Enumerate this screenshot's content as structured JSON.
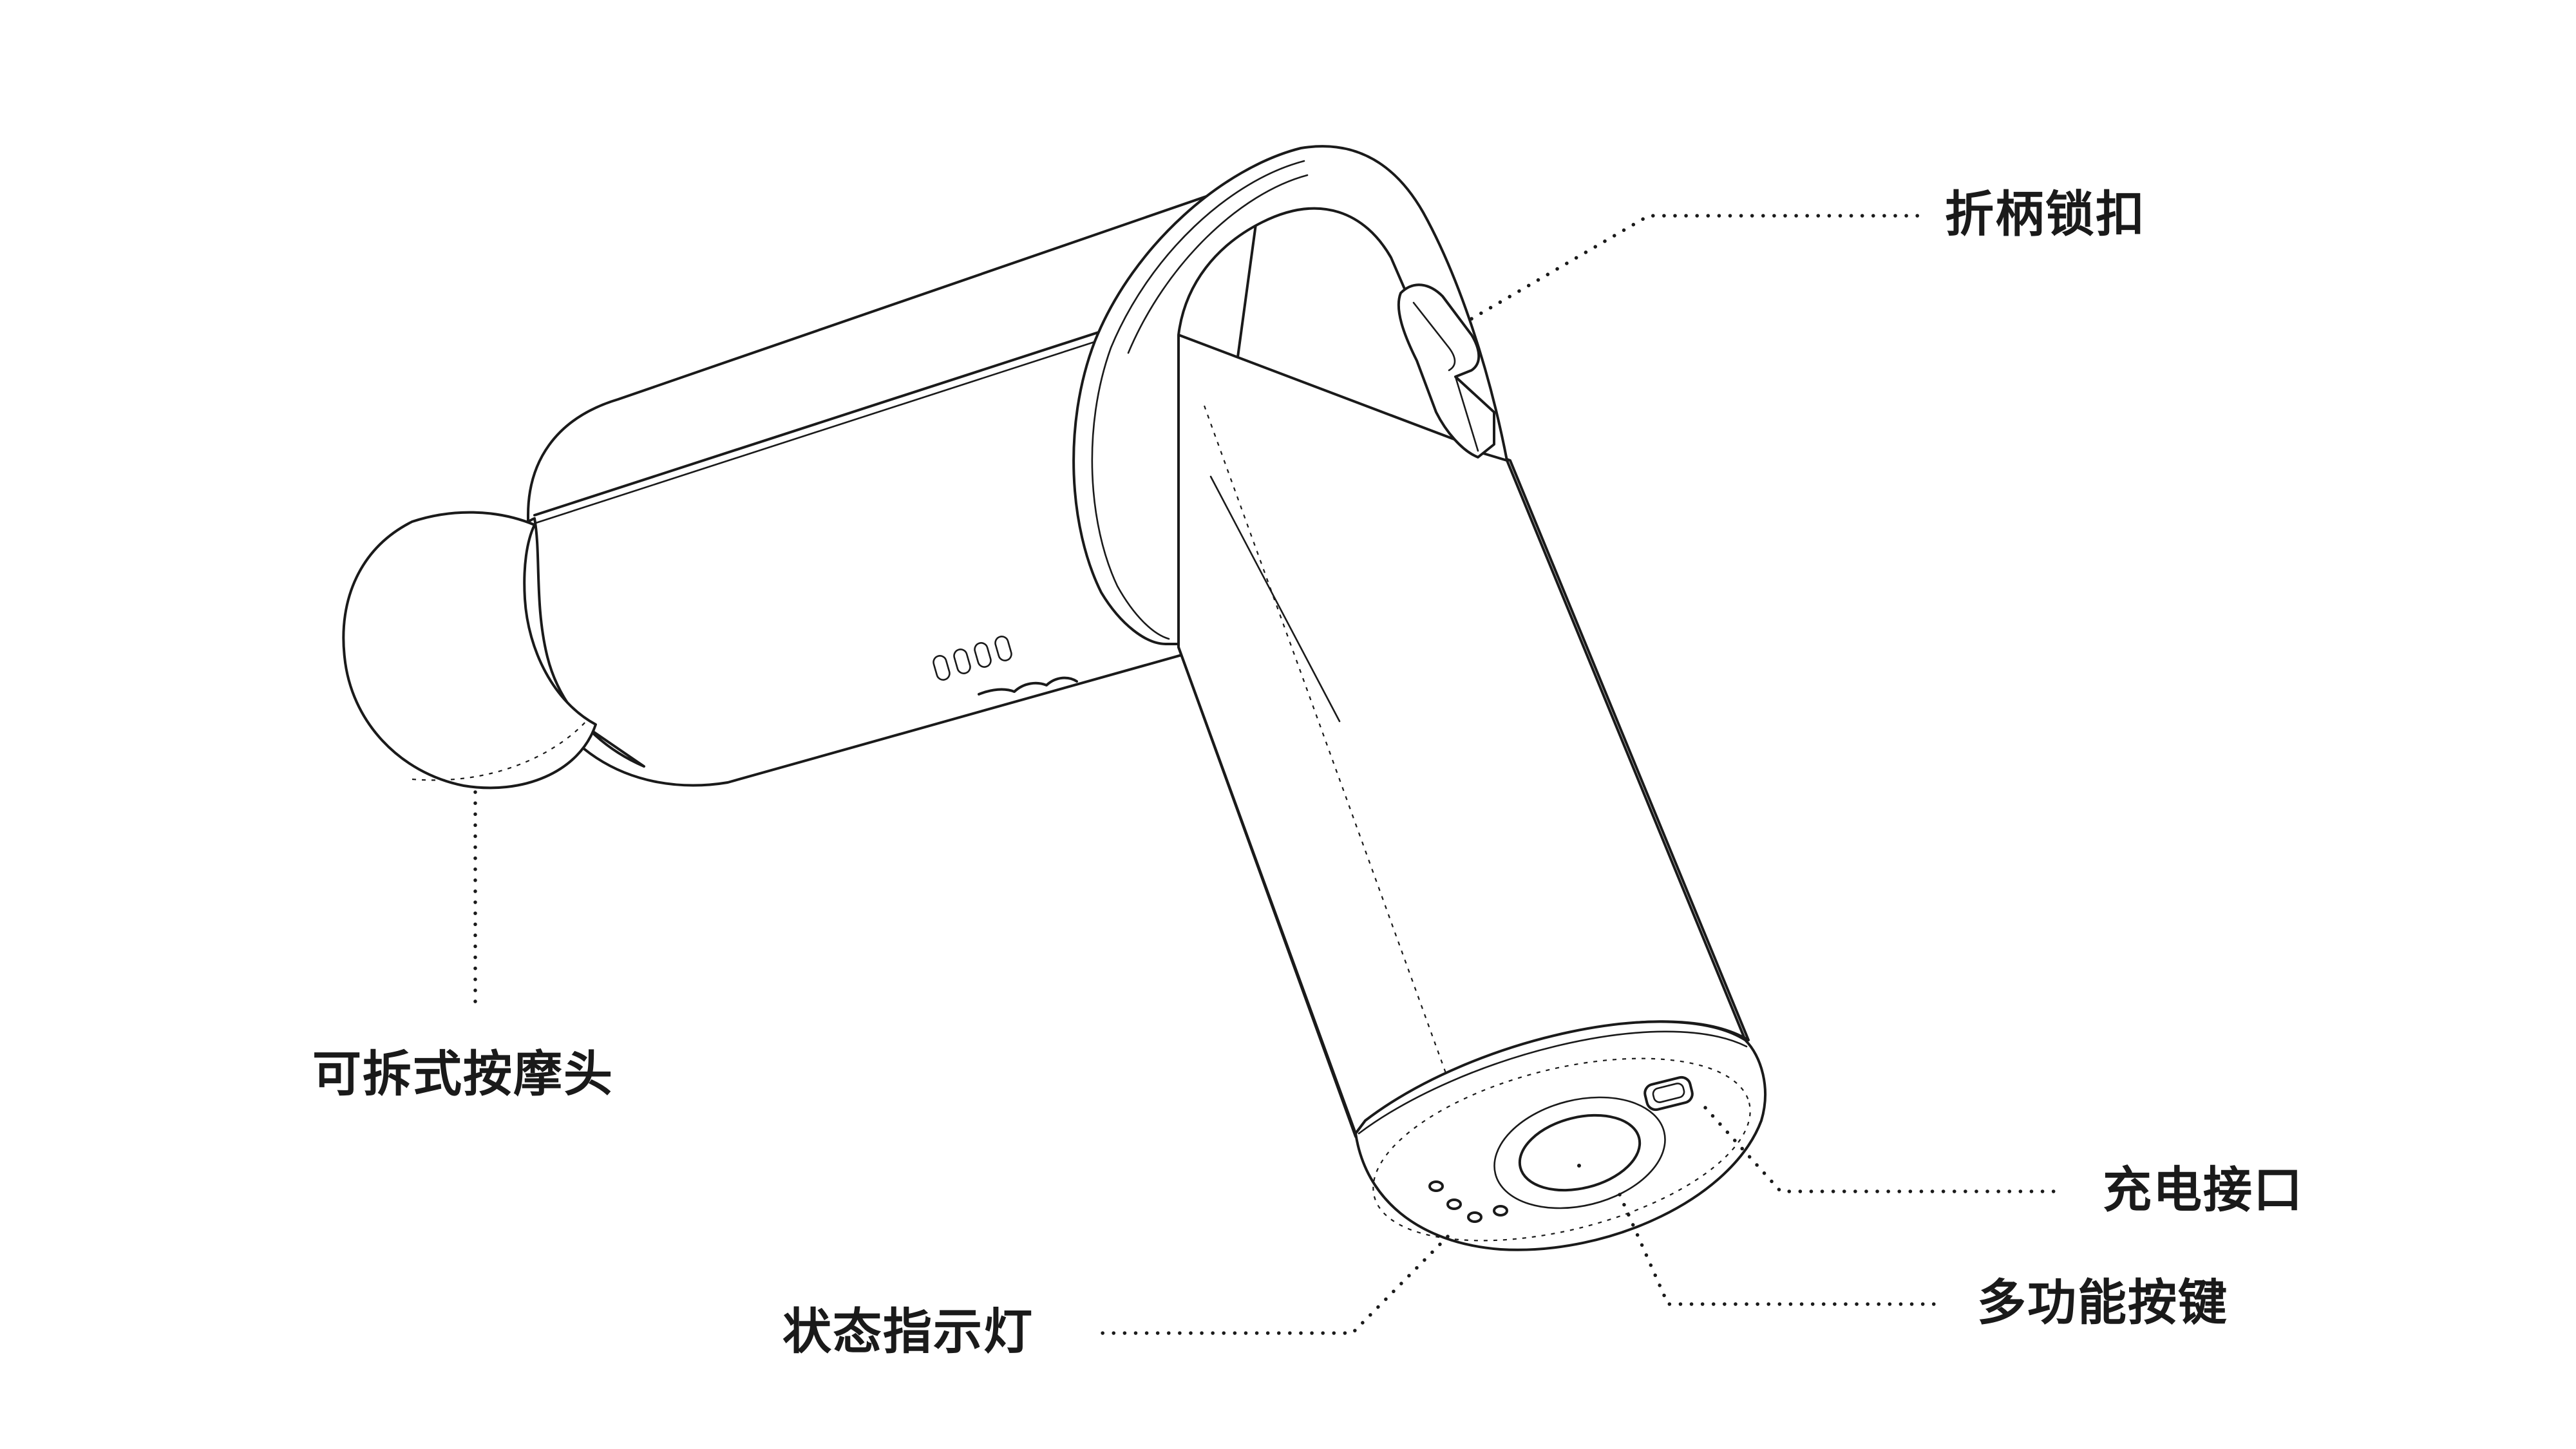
{
  "labels": {
    "lock": "折柄锁扣",
    "head": "可拆式按摩头",
    "charge": "充电接口",
    "button": "多功能按键",
    "indicator": "状态指示灯"
  },
  "colors": {
    "stroke": "#1a1a1a",
    "background": "#ffffff"
  }
}
